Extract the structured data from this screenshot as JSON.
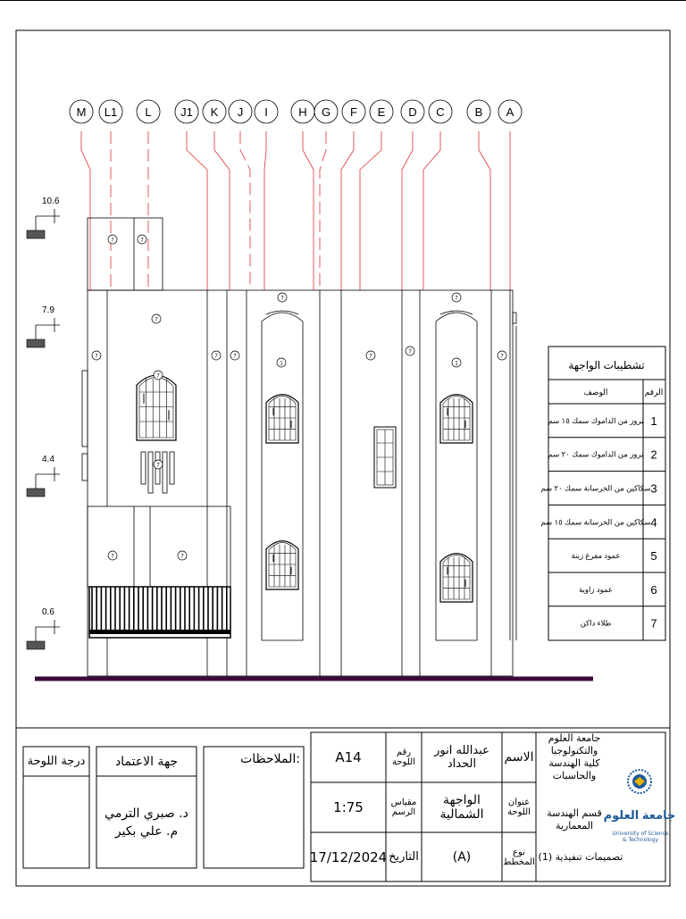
{
  "grid_labels": [
    "A",
    "B",
    "C",
    "D",
    "E",
    "F",
    "G",
    "H",
    "I",
    "J",
    "K",
    "J1",
    "L",
    "L1",
    "M"
  ],
  "levels": [
    "10.6",
    "7.9",
    "4.4",
    "0.6"
  ],
  "finishes_table": {
    "title": "تشطيبات الواجهة",
    "header_description": "الوصف",
    "header_number": "الرقم",
    "rows": [
      {
        "num": "1",
        "desc": "بروز من الداموك سمك ١٥ سم"
      },
      {
        "num": "2",
        "desc": "بروز من الداموك سمك ٢٠ سم"
      },
      {
        "num": "3",
        "desc": "سكاكين من الخرسانة سمك ٢٠ سم"
      },
      {
        "num": "4",
        "desc": "سكاكين من الخرسانة سمك ١٥ سم"
      },
      {
        "num": "5",
        "desc": "عمود مفرغ زينة"
      },
      {
        "num": "6",
        "desc": "عمود زاوية"
      },
      {
        "num": "7",
        "desc": "طلاء داكن"
      }
    ]
  },
  "markers": [
    "7",
    "7",
    "7",
    "7",
    "7",
    "7",
    "7",
    "7",
    "1",
    "7",
    "7",
    "1",
    "7",
    "7",
    "7",
    "7",
    "7"
  ],
  "title_block": {
    "university": "جامعة العلوم والتكنولوجيا",
    "faculty": "كلية الهندسة والحاسبات",
    "department": "قسم الهندسة المعمارية",
    "course": "تصميمات تنفيذية (1)",
    "logo_caption": "University of Science & Technology",
    "name_label": "الاسم",
    "name_value": "عبدالله انور الحداد",
    "board_no_label": "رقم اللوحة",
    "board_no_value": "A14",
    "title_label": "عنوان اللوحة",
    "title_value": "الواجهة الشمالية",
    "scale_label": "مقياس الرسم",
    "scale_value": "1:75",
    "type_label": "نوع المخطط",
    "type_value": "(A)",
    "date_label": "التاريخ",
    "date_value": "17/12/2024",
    "notes_label": "الملاحظات:",
    "approval_label": "جهة الاعتماد",
    "approval_names": [
      "د. صبري الترمي",
      "م. علي بكير"
    ],
    "grade_label": "درجة اللوحة"
  }
}
